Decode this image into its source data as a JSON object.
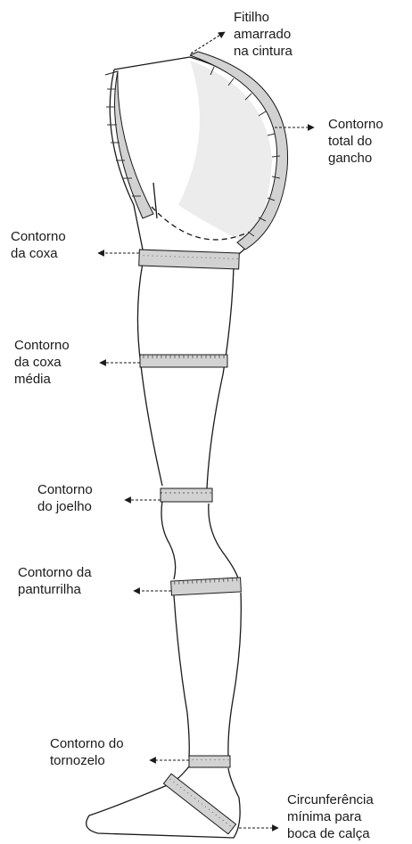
{
  "labels": {
    "fitilho": [
      "Fitilho",
      "amarrado",
      "na cintura"
    ],
    "gancho": [
      "Contorno",
      "total do",
      "gancho"
    ],
    "coxa": [
      "Contorno",
      "da coxa"
    ],
    "coxa_media": [
      "Contorno",
      "da coxa",
      "média"
    ],
    "joelho": [
      "Contorno",
      "do joelho"
    ],
    "panturrilha": [
      "Contorno da",
      "panturrilha"
    ],
    "tornozelo": [
      "Contorno do",
      "tornozelo"
    ],
    "boca": [
      "Circunferência",
      "mínima para",
      "boca de calça"
    ]
  },
  "colors": {
    "line": "#1a1a1a",
    "tape": "#cfcfcf",
    "shade": "#e6e6e6"
  }
}
